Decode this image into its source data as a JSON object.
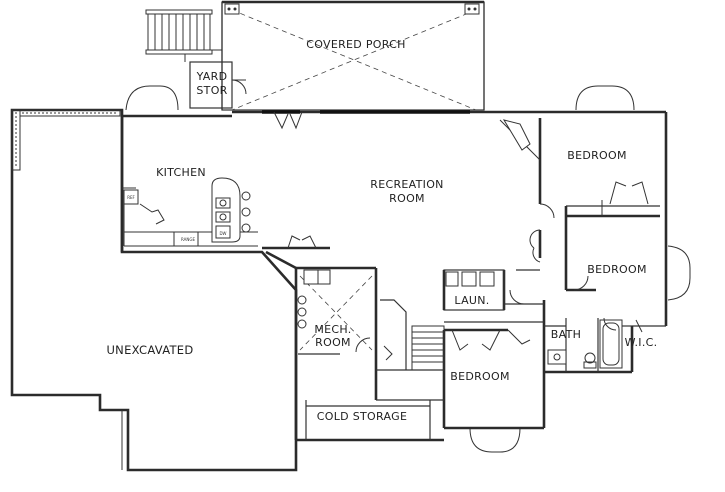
{
  "rooms": {
    "covered_porch": "COVERED PORCH",
    "yard_stor_1": "YARD",
    "yard_stor_2": "STOR",
    "kitchen": "KITCHEN",
    "recreation_1": "RECREATION",
    "recreation_2": "ROOM",
    "bedroom_upper": "BEDROOM",
    "bedroom_middle": "BEDROOM",
    "bedroom_lower": "BEDROOM",
    "laun": "LAUN.",
    "bath": "BATH",
    "wic": "W.I.C.",
    "mech_1": "MECH.",
    "mech_2": "ROOM",
    "unexcavated": "UNEXCAVATED",
    "cold_storage": "COLD STORAGE"
  },
  "fixtures": {
    "range": "RANGE",
    "ref": "REF",
    "dw": "DW"
  }
}
